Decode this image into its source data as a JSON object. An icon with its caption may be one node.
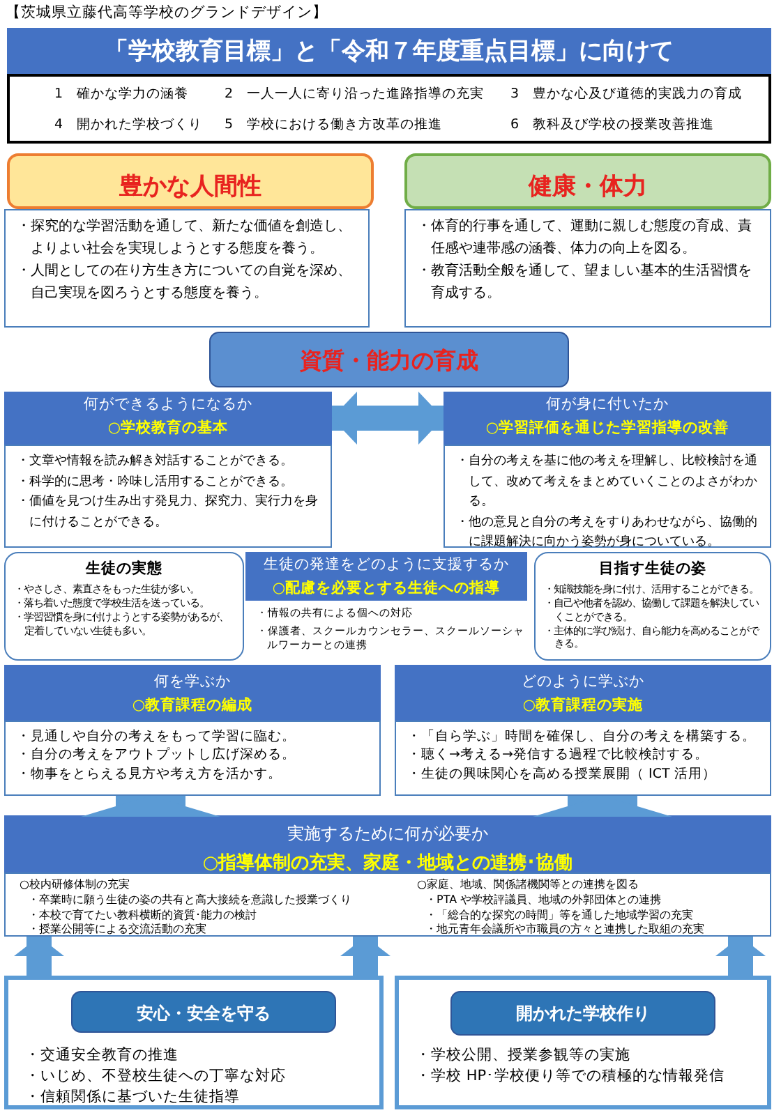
{
  "diagram": {
    "title": "【茨城県立藤代高等学校のグランドデザイン】",
    "nodes": [
      {
        "text": [
          "「学校教育目標」と「令和７年度重点目標」に向けて"
        ]
      },
      {
        "text": [
          "1　確かな学力の涵養",
          "2　一人一人に寄り沿った進路指導の充実",
          "3　豊かな心及び道徳的実践力の育成",
          "4　開かれた学校づくり",
          "5　学校における働き方改革の推進",
          "6　教科及び学校の授業改善推進"
        ]
      },
      {
        "text": [
          "豊かな人間性"
        ]
      },
      {
        "text": [
          "・探究的な学習活動を通して、新たな価値を創造し、よりよい社会を実現しようとする態度を養う。",
          "・人間としての在り方生き方についての自覚を深め、自己実現を図ろうとする態度を養う。"
        ]
      },
      {
        "text": [
          "健康・体力"
        ]
      },
      {
        "text": [
          "・体育的行事を通して、運動に親しむ態度の育成、責任感や連帯感の涵養、体力の向上を図る。",
          "・教育活動全般を通して、望ましい基本的生活習慣を育成する。"
        ]
      },
      {
        "text": [
          "資質・能力の育成"
        ]
      },
      {
        "text": [
          "何ができるようになるか",
          "○学校教育の基本"
        ]
      },
      {
        "text": [
          "・文章や情報を読み解き対話することができる。",
          "・科学的に思考・吟味し活用することができる。",
          "・価値を見つけ生み出す発見力、探究力、実行力を身に付けることができる。"
        ]
      },
      {
        "text": [
          "何が身に付いたか",
          "○学習評価を通じた学習指導の改善"
        ]
      },
      {
        "text": [
          "・自分の考えを基に他の考えを理解し、比較検討を通して、改めて考えをまとめていくことのよさがわかる。",
          "・他の意見と自分の考えをすりあわせながら、協働的に課題解決に向かう姿勢が身についている。"
        ]
      },
      {
        "text": [
          "生徒の実態",
          "・やさしさ、素直さをもった生徒が多い。",
          "・落ち着いた態度で学校生活を送っている。",
          "・学習習慣を身に付けようとする姿勢があるが、定着していない生徒も多い。"
        ]
      },
      {
        "text": [
          "生徒の発達をどのように支援するか",
          "○配慮を必要とする生徒への指導"
        ],
        "beside": [
          "・情報の共有による個への対応",
          "・保護者、スクールカウンセラー、スクールソーシャルワーカーとの連携"
        ]
      },
      {
        "text": [
          "目指す生徒の姿",
          "・知識技能を身に付け、活用することができる。",
          "・自己や他者を認め、協働して課題を解決していくことができる。",
          "・主体的に学び続け、自ら能力を高めることができる。"
        ]
      },
      {
        "text": [
          "何を学ぶか",
          "○教育課程の編成"
        ]
      },
      {
        "text": [
          "・見通しや自分の考えをもって学習に臨む。",
          "・自分の考えをアウトプットし広げ深める。",
          "・物事をとらえる見方や考え方を活かす。"
        ]
      },
      {
        "text": [
          "どのように学ぶか",
          "○教育課程の実施"
        ]
      },
      {
        "text": [
          "・「自ら学ぶ」時間を確保し、自分の考えを構築する。",
          "・聴く→考える→発信する過程で比較検討する。",
          "・生徒の興味関心を高める授業展開（ ICT 活用）"
        ]
      },
      {
        "text": [
          "実施するために何が必要か",
          "○指導体制の充実、家庭・地域との連携･協働"
        ]
      },
      {
        "text": [
          "○校内研修体制の充実",
          "・卒業時に願う生徒の姿の共有と高大接続を意識した授業づくり",
          "・本校で育てたい教科横断的資質･能力の検討",
          "・授業公開等による交流活動の充実",
          "○家庭、地域、関係諸機関等との連携を図る",
          "・PTA や学校評議員、地域の外郭団体との連携",
          "・「総合的な探究の時間」等を通した地域学習の充実",
          "・地元青年会議所や市職員の方々と連携した取組の充実"
        ]
      },
      {
        "text": [
          "・交通安全教育の推進",
          "・いじめ、不登校生徒への丁寧な対応",
          "・信頼関係に基づいた生徒指導"
        ]
      },
      {
        "text": [
          "安心・安全を守る"
        ],
        "in": 20
      },
      {
        "text": [
          "・学校公開、授業参観等の実施",
          "・学校 HP･学校便り等での積極的な情報発信"
        ]
      },
      {
        "text": [
          "開かれた学校作り"
        ],
        "in": 22
      }
    ],
    "edges": [
      {
        "from": 7,
        "to": 9,
        "arrow": "both"
      },
      {
        "from": 18,
        "to": 15,
        "arrow": "to",
        "style": "thick"
      },
      {
        "from": 18,
        "to": 17,
        "arrow": "to",
        "style": "thick"
      },
      {
        "from": 20,
        "to": 19,
        "arrow": "to"
      },
      {
        "from": 20,
        "to": 19,
        "arrow": "to"
      },
      {
        "from": 22,
        "to": 19,
        "arrow": "to"
      }
    ]
  }
}
